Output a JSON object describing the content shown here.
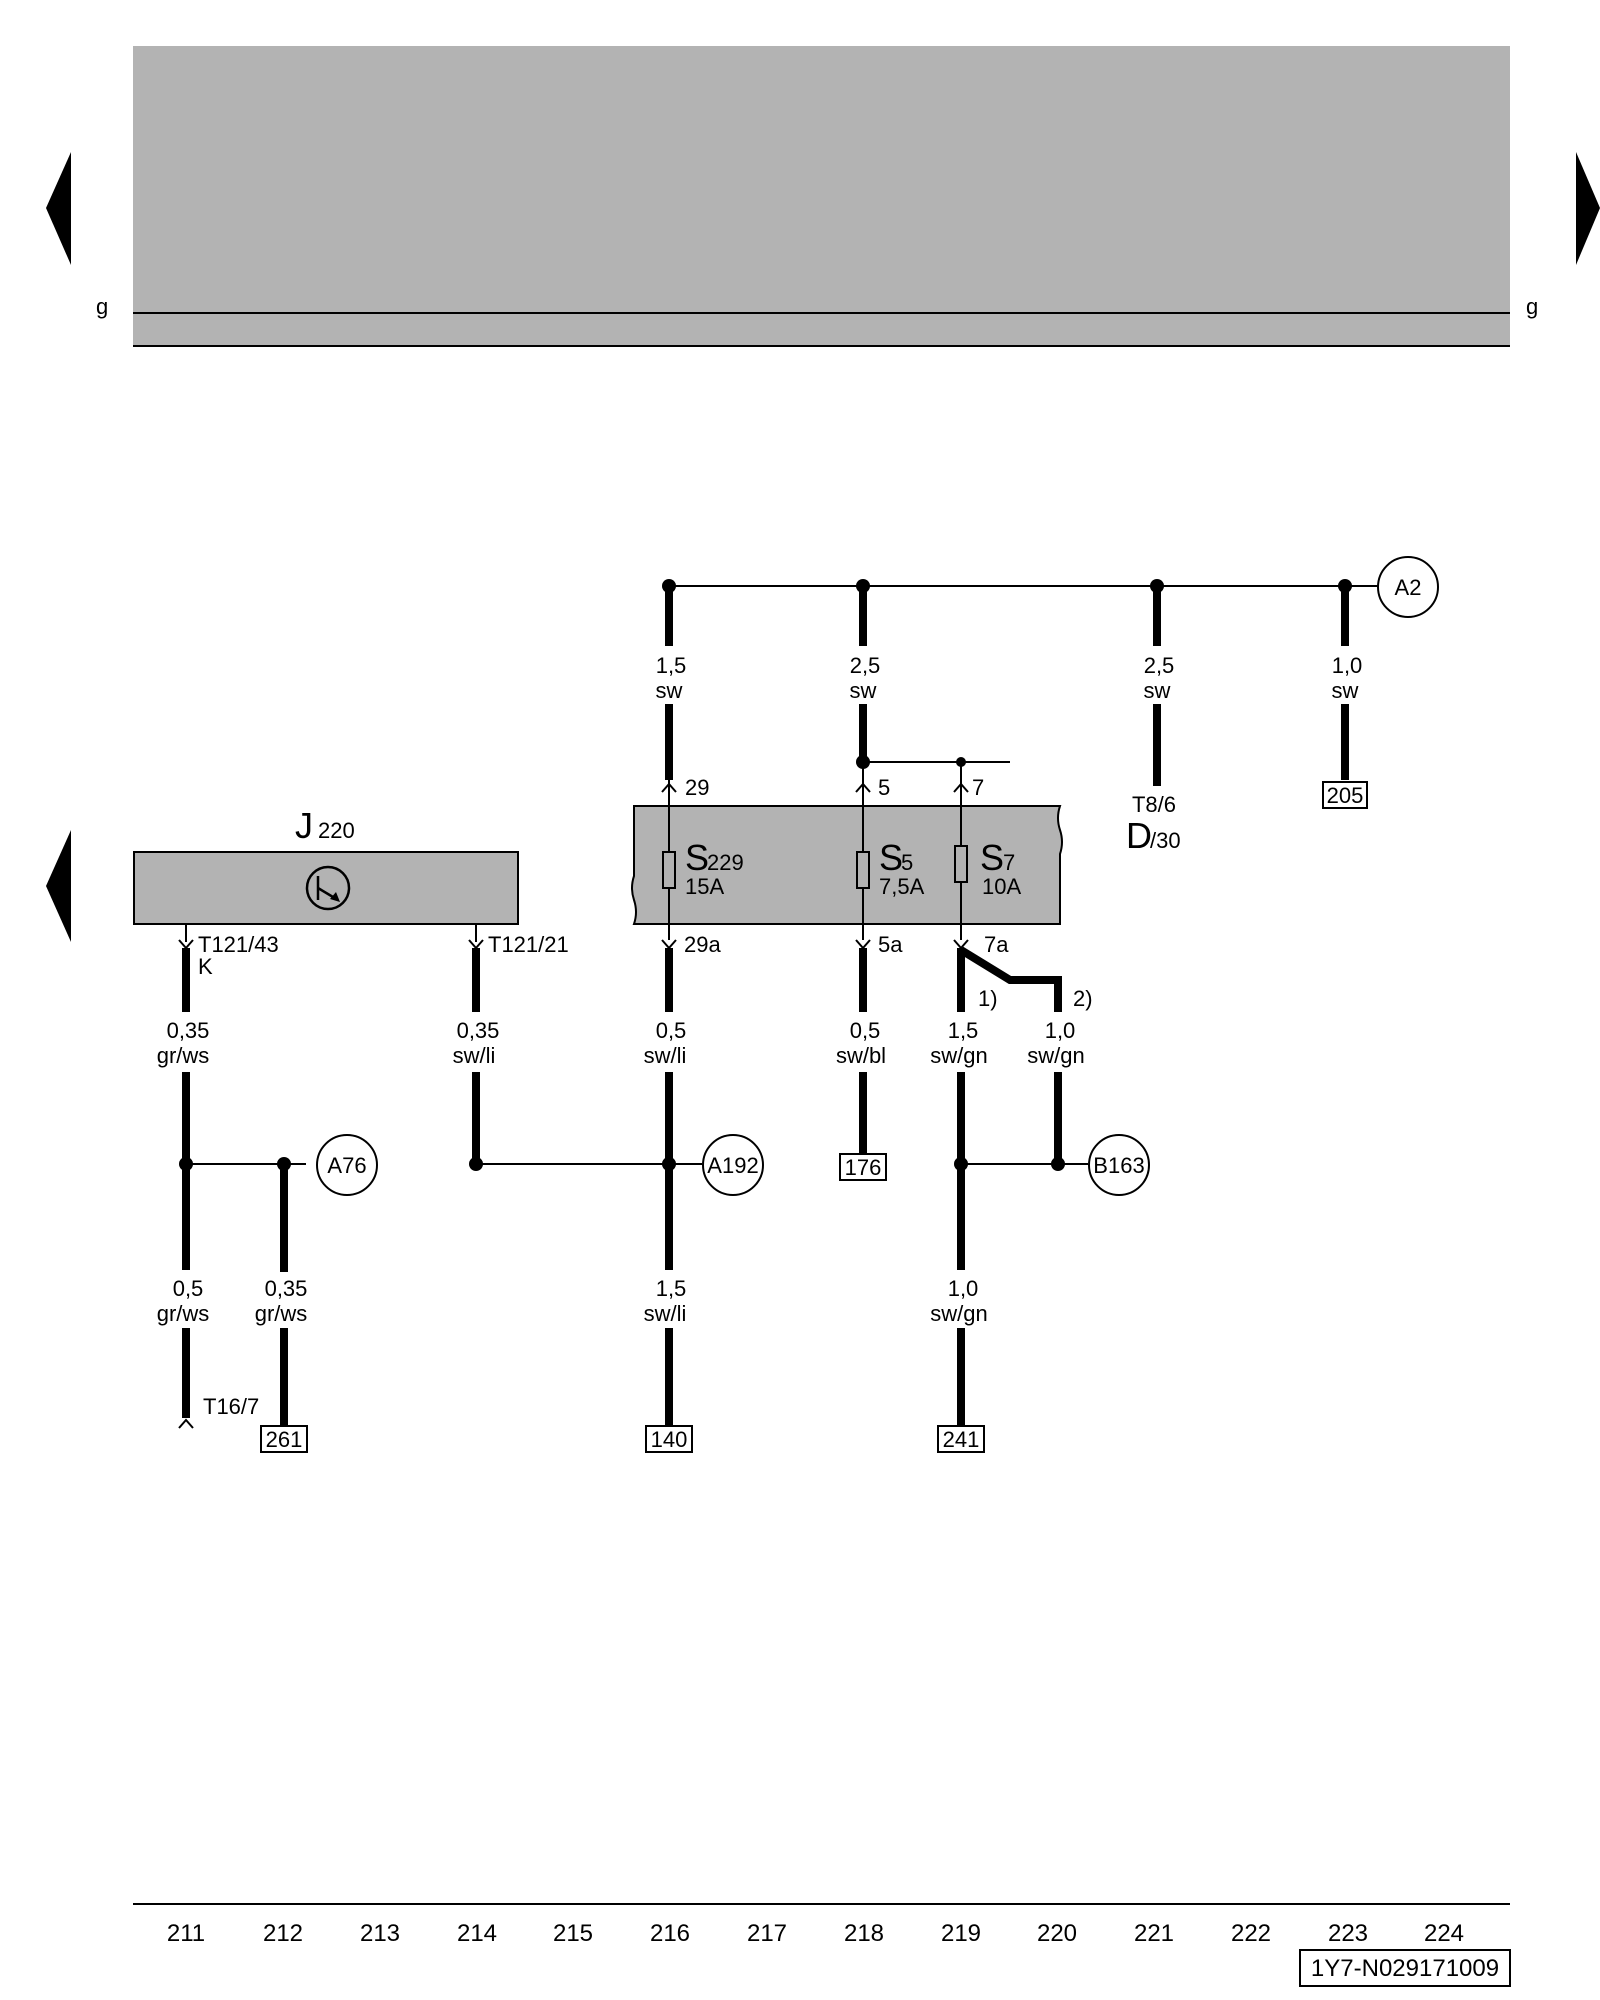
{
  "colors": {
    "panel_gray": "#b3b3b3",
    "line": "#000000",
    "background": "#ffffff"
  },
  "header": {
    "rail_label_left": "g",
    "rail_label_right": "g"
  },
  "icons": {
    "nav_left": "triangle-left-icon",
    "nav_right": "triangle-right-icon",
    "relay_symbol": "circle-arrow-icon"
  },
  "components": {
    "j220": {
      "letter": "J",
      "number": "220"
    },
    "fuse_box": {
      "s229": {
        "letter": "S",
        "number": "229",
        "rating": "15A"
      },
      "s5": {
        "letter": "S",
        "number": "5",
        "rating": "7,5A"
      },
      "s7": {
        "letter": "S",
        "number": "7",
        "rating": "10A"
      }
    },
    "connector_d": {
      "pin": "T8/6",
      "letter": "D",
      "suffix": "/30"
    }
  },
  "pins": {
    "in29": "29",
    "in5": "5",
    "in7": "7",
    "out29a": "29a",
    "out5a": "5a",
    "out7a": "7a",
    "t121_43": "T121/43",
    "t121_43_sub": "K",
    "t121_21": "T121/21",
    "t16_7": "T16/7"
  },
  "wires": {
    "top_29": {
      "size": "1,5",
      "color": "sw"
    },
    "top_5": {
      "size": "2,5",
      "color": "sw"
    },
    "top_d30": {
      "size": "2,5",
      "color": "sw"
    },
    "top_205": {
      "size": "1,0",
      "color": "sw"
    },
    "j220_43": {
      "size": "0,35",
      "color": "gr/ws"
    },
    "j220_21": {
      "size": "0,35",
      "color": "sw/li"
    },
    "out_29a": {
      "size": "0,5",
      "color": "sw/li"
    },
    "out_5a": {
      "size": "0,5",
      "color": "sw/bl"
    },
    "out_7a_1": {
      "size": "1,5",
      "color": "sw/gn"
    },
    "out_7a_2": {
      "size": "1,0",
      "color": "sw/gn"
    },
    "low_t16": {
      "size": "0,5",
      "color": "gr/ws"
    },
    "low_261": {
      "size": "0,35",
      "color": "gr/ws"
    },
    "low_140": {
      "size": "1,5",
      "color": "sw/li"
    },
    "low_241": {
      "size": "1,0",
      "color": "sw/gn"
    }
  },
  "variants": {
    "v1": "1)",
    "v2": "2)"
  },
  "connections": {
    "a2": "A2",
    "a76": "A76",
    "a192": "A192",
    "b163": "B163"
  },
  "references": {
    "r205": "205",
    "r176": "176",
    "r261": "261",
    "r140": "140",
    "r241": "241"
  },
  "footer": {
    "ticks": [
      "211",
      "212",
      "213",
      "214",
      "215",
      "216",
      "217",
      "218",
      "219",
      "220",
      "221",
      "222",
      "223",
      "224"
    ],
    "doc_id": "1Y7-N029171009"
  }
}
